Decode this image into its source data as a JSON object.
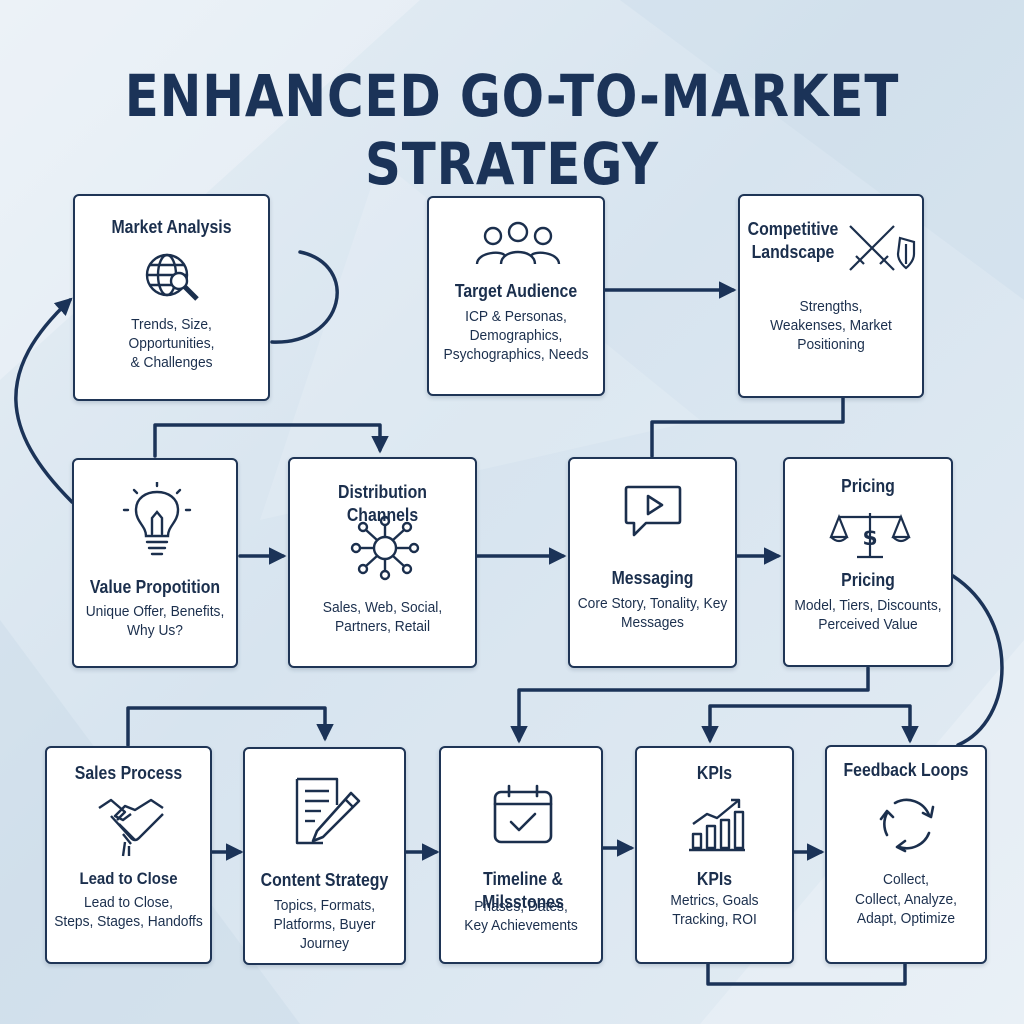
{
  "title": "ENHANCED GO-TO-MARKET STRATEGY",
  "colors": {
    "accent": "#1b3358",
    "box_border": "#1f3556",
    "background": "#dfe8f1"
  },
  "boxes": {
    "market_analysis": {
      "title": "Market Analysis",
      "icon": "globe-magnifier-icon",
      "desc": [
        "Trends, Size,",
        "Opportunities,",
        "& Challenges"
      ]
    },
    "target_audience": {
      "title": "Target Audience",
      "icon": "people-group-icon",
      "desc": [
        "ICP & Personas,",
        "Demographics,",
        "Psychographics, Needs"
      ]
    },
    "competitive_landscape": {
      "title": [
        "Competitive",
        "Landscape"
      ],
      "icon": "crossed-swords-shield-icon",
      "desc": [
        "Strengths,",
        "Weakenses, Market",
        "Positioning"
      ]
    },
    "value_proposition": {
      "title": "Value Propotition",
      "icon": "lightbulb-icon",
      "desc": [
        "Unique Offer, Benefits,",
        "Why Us?"
      ]
    },
    "distribution_channels": {
      "title": "Distribution Channels",
      "icon": "network-nodes-icon",
      "desc": [
        "Sales, Web, Social,",
        "Partners, Retail"
      ]
    },
    "messaging": {
      "title": "Messaging",
      "icon": "video-chat-bubble-icon",
      "desc": [
        "Core Story, Tonality, Key",
        "Messages"
      ]
    },
    "pricing": {
      "title": "Pricing",
      "subtitle": "Pricing",
      "icon": "dollar-scale-icon",
      "desc": [
        "Model, Tiers, Discounts,",
        "Perceived Value"
      ]
    },
    "sales_process": {
      "title": "Sales Process",
      "subtitle": "Lead to Close",
      "icon": "handshake-icon",
      "desc": [
        "Lead to Close,",
        "Steps, Stages, Handoffs"
      ]
    },
    "content_strategy": {
      "title": "Content Strategy",
      "icon": "document-pencil-icon",
      "desc": [
        "Topics, Formats,",
        "Platforms, Buyer",
        "Journey"
      ]
    },
    "timeline": {
      "title": "Timeline & Milsstones",
      "icon": "calendar-check-icon",
      "desc": [
        "Phases, Dates,",
        "Key Achievements"
      ]
    },
    "kpis": {
      "title": "KPIs",
      "subtitle": "KPIs",
      "icon": "bar-chart-growth-icon",
      "desc": [
        "Metrics, Goals",
        "Tracking, ROI"
      ]
    },
    "feedback_loops": {
      "title": "Feedback Loops",
      "subtitle": "Collect,",
      "icon": "cycle-arrows-icon",
      "desc": [
        "Collect, Analyze,",
        "Adapt, Optimize"
      ]
    }
  }
}
